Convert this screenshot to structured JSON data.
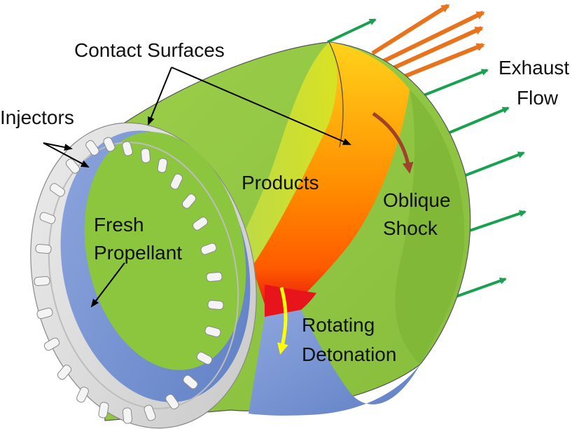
{
  "labels": {
    "contact_surfaces": "Contact Surfaces",
    "injectors": "Injectors",
    "exhaust_line1": "Exhaust",
    "exhaust_line2": "Flow",
    "products": "Products",
    "fresh_line1": "Fresh",
    "fresh_line2": "Propellant",
    "oblique_line1": "Oblique",
    "oblique_line2": "Shock",
    "rotating_line1": "Rotating",
    "rotating_line2": "Detonation"
  },
  "colors": {
    "products_green": "#8dc63f",
    "fresh_blue": "#6f8fcf",
    "injector_ring": "#d9d9d9",
    "exhaust_green_arrow": "#1aa150",
    "exhaust_orange_arrow": "#e8731c",
    "oblique_arrow": "#a0412d",
    "rotation_arrow": "#ffff00",
    "detonation_red": "#e8141b"
  },
  "icons": {
    "exhaust_arrows": "right-arrow-icon",
    "rotation_indicator": "curved-arrow-icon"
  }
}
